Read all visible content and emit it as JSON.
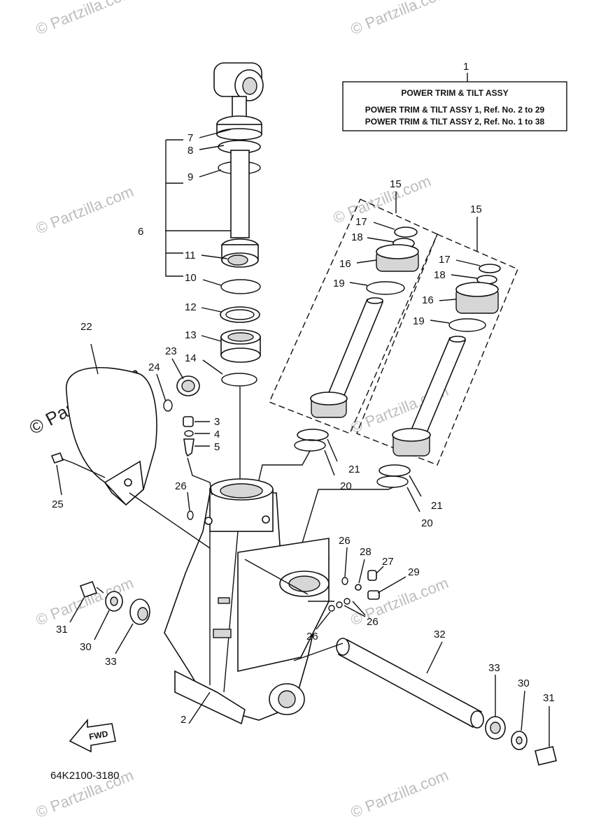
{
  "title_box": {
    "ref": "1",
    "heading": "POWER TRIM  &  TILT ASSY",
    "line1": "POWER TRIM & TILT ASSY 1, Ref. No. 2 to 29",
    "line2": "POWER TRIM & TILT ASSY 2, Ref. No. 1 to 38"
  },
  "drawing_code": "64K2100-3180",
  "fwd_label": "FWD",
  "watermark": "© Partzilla.com",
  "callouts": {
    "c2": "2",
    "c3": "3",
    "c4": "4",
    "c5": "5",
    "c6": "6",
    "c7": "7",
    "c8": "8",
    "c9": "9",
    "c10": "10",
    "c11": "11",
    "c12": "12",
    "c13": "13",
    "c14": "14",
    "c15a": "15",
    "c15b": "15",
    "c16a": "16",
    "c16b": "16",
    "c17a": "17",
    "c17b": "17",
    "c18a": "18",
    "c18b": "18",
    "c19a": "19",
    "c19b": "19",
    "c20a": "20",
    "c20b": "20",
    "c21a": "21",
    "c21b": "21",
    "c22": "22",
    "c23": "23",
    "c24": "24",
    "c25": "25",
    "c26a": "26",
    "c26b": "26",
    "c26c": "26",
    "c26d": "26",
    "c27": "27",
    "c28": "28",
    "c29": "29",
    "c30a": "30",
    "c30b": "30",
    "c31a": "31",
    "c31b": "31",
    "c32": "32",
    "c33a": "33",
    "c33b": "33"
  }
}
